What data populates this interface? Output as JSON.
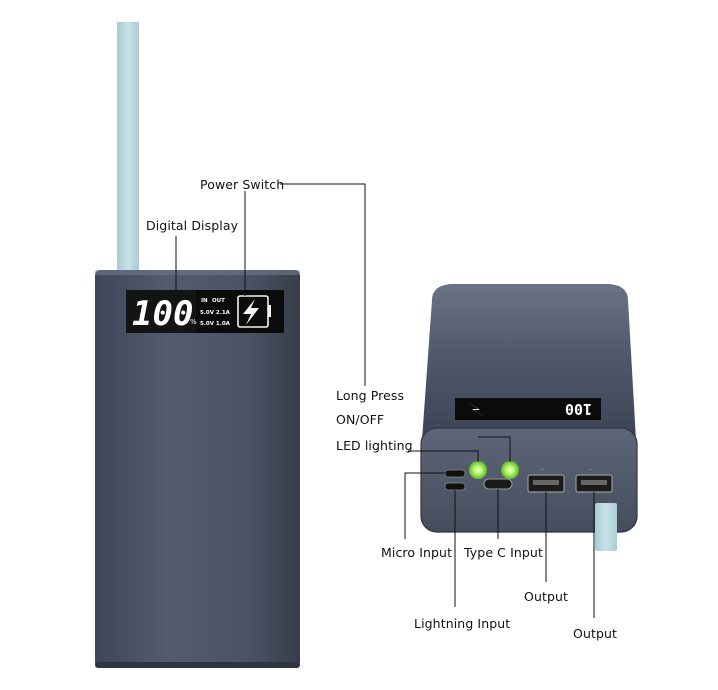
{
  "labels": {
    "power_switch": "Power Switch",
    "digital_display": "Digital Display",
    "long_press": "Long Press",
    "on_off": "ON/OFF",
    "led_lighting": "LED lighting",
    "micro_input": "Micro Input",
    "type_c_input": "Type C Input",
    "output_1": "Output",
    "output_2": "Output",
    "lightning_input": "Lightning Input"
  },
  "display": {
    "percent": "100",
    "percent_sign": "%",
    "in_label": "IN",
    "out_label": "OUT",
    "spec_1": "5.0V 2.1A",
    "spec_2": "5.0V 1.0A"
  },
  "colors": {
    "body": "#4a5568",
    "lanyard": "#bcdde3",
    "lcd": "#0a0a0a",
    "led": "#9ff25a",
    "line": "#111111"
  }
}
